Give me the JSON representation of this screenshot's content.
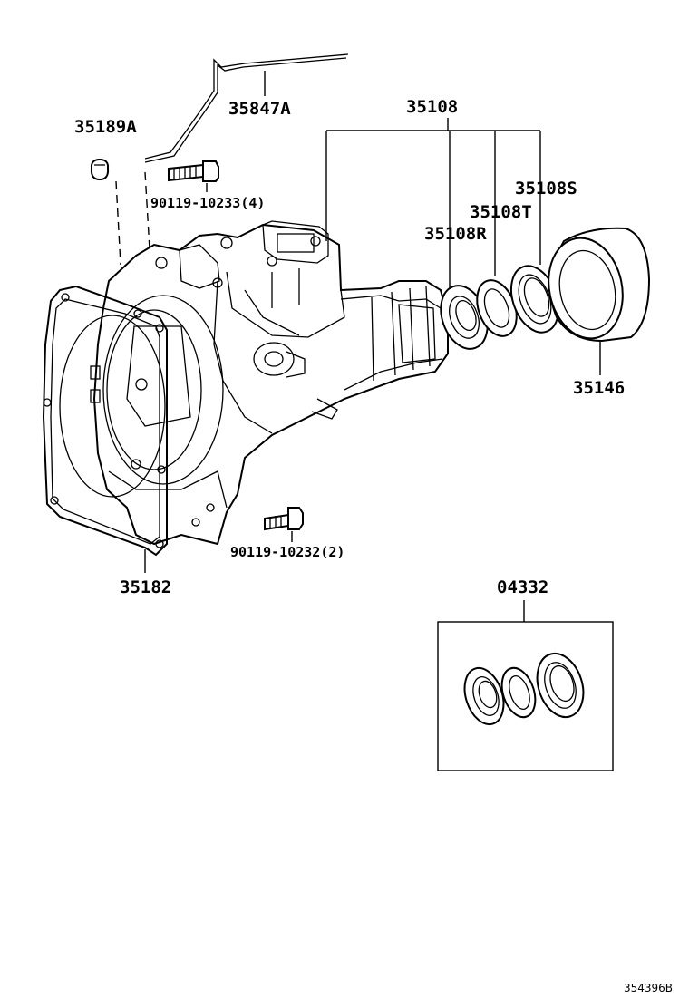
{
  "labels": {
    "wire": "35847A",
    "plug": "35189A",
    "bolt_upper": "90119-10233(4)",
    "seal_group": "35108",
    "seal_s": "35108S",
    "seal_t": "35108T",
    "seal_r": "35108R",
    "dust_cover": "35146",
    "gasket": "35182",
    "bolt_lower": "90119-10232(2)",
    "seal_kit": "04332"
  },
  "figure_ref": "354396B"
}
